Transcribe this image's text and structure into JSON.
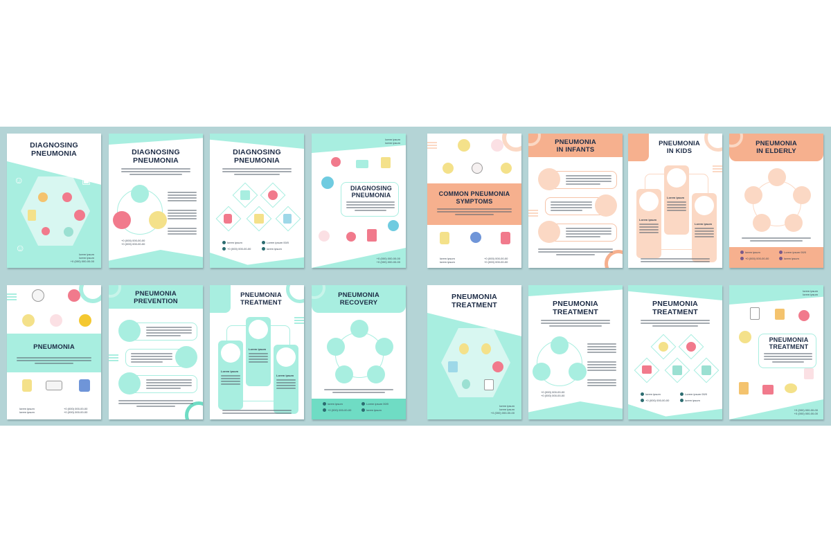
{
  "palette": {
    "background": "#ffffff",
    "band": "#b4d4d6",
    "mint": "#a8eee0",
    "mint_dark": "#6fdcc4",
    "peach": "#f6b08e",
    "peach_light": "#fbd8c4",
    "title_text": "#1c2b45"
  },
  "brochures": [
    {
      "id": "b1",
      "title_line1": "Diagnosing",
      "title_line2": "Pneumonia",
      "theme": "mint",
      "contact": [
        "lorem ipsum",
        "lorem ipsum",
        "+0 (000) 000-00-00"
      ],
      "icons": [
        "doctor-icon",
        "xray-icon",
        "lungs-magnifier-icon",
        "virus-target-icon",
        "pill-bottle-icon",
        "blood-cell-icon",
        "bacteria-icon",
        "lungs-body-icon",
        "nurse-icon"
      ]
    },
    {
      "id": "b2",
      "title_line1": "Diagnosing",
      "title_line2": "Pneumonia",
      "theme": "mint",
      "phones": [
        "+0 (000) 000-00-00",
        "+0 (000) 000-00-00"
      ],
      "icons": [
        "stethoscope-icon",
        "blood-pressure-icon",
        "thermometer-icon"
      ]
    },
    {
      "id": "b3",
      "title_line1": "Diagnosing",
      "title_line2": "Pneumonia",
      "theme": "mint",
      "contact": [
        "lorem ipsum",
        "Lorem ipsum 00/0",
        "+0 (000) 000-00-00",
        "lorem ipsum"
      ],
      "icons": [
        "microscope-icon",
        "heart-stethoscope-icon",
        "test-tube-icon",
        "clipboard-icon",
        "vials-icon"
      ]
    },
    {
      "id": "b4",
      "title_line1": "Diagnosing",
      "title_line2": "Pneumonia",
      "theme": "mint",
      "top_right": [
        "lorem ipsum",
        "lorem ipsum"
      ],
      "phones": [
        "+0 (000) 000-00-00",
        "+0 (000) 000-00-00"
      ],
      "icons": [
        "pipette-icon",
        "monitor-icon",
        "clipboard-heart-icon",
        "virus-icon",
        "doctor-mask-icon",
        "lungs-icon",
        "syringe-icon",
        "medicine-bottle-icon"
      ]
    },
    {
      "id": "b5",
      "title_line1": "Common Pneumonia",
      "title_line2": "Symptoms",
      "theme": "peach",
      "contact": [
        "lorem ipsum",
        "lorem ipsum"
      ],
      "phones": [
        "+0 (000) 000-00-00",
        "+0 (000) 000-00-00"
      ],
      "icons": [
        "headache-icon",
        "lungs-icon",
        "sore-throat-icon",
        "chest-pain-icon",
        "cough-icon",
        "fatigue-icon",
        "breathing-mask-icon",
        "sneeze-icon"
      ]
    },
    {
      "id": "b6",
      "title_line1": "Pneumonia",
      "title_line2": "in Infants",
      "theme": "peach",
      "icons": [
        "infant-fever-icon",
        "baby-virus-icon",
        "baby-food-icon"
      ]
    },
    {
      "id": "b7",
      "title_line1": "Pneumonia",
      "title_line2": "in Kids",
      "theme": "peach",
      "column_labels": [
        "Lorem ipsum",
        "Lorem ipsum",
        "Lorem ipsum"
      ],
      "icons": [
        "child-virus-icon",
        "child-bed-icon",
        "child-parent-icon"
      ]
    },
    {
      "id": "b8",
      "title_line1": "Pneumonia",
      "title_line2": "in Elderly",
      "theme": "peach",
      "contact": [
        "lorem ipsum",
        "Lorem ipsum 00/0",
        "+0 (000) 000-00-00",
        "lorem ipsum"
      ],
      "icons": [
        "lungs-icon",
        "elderly-man-icon",
        "elderly-woman-icon",
        "grandma-icon",
        "grandpa-icon"
      ]
    },
    {
      "id": "b9",
      "title_line1": "Pneumonia",
      "title_line2": "",
      "theme": "mint",
      "contact": [
        "lorem ipsum",
        "lorem ipsum"
      ],
      "phones": [
        "+0 (000) 000-00-00",
        "+0 (000) 000-00-00"
      ],
      "icons": [
        "cough-head-icon",
        "sneeze-icon",
        "headache-icon",
        "lungs-icon",
        "virus-icon",
        "fatigue-icon",
        "ambulance-icon",
        "chest-pain-icon"
      ]
    },
    {
      "id": "b10",
      "title_line1": "Pneumonia",
      "title_line2": "Prevention",
      "theme": "mint",
      "icons": [
        "vitamins-icon",
        "no-smoking-icon",
        "vaccine-icon"
      ]
    },
    {
      "id": "b11",
      "title_line1": "Pneumonia",
      "title_line2": "Treatment",
      "theme": "mint",
      "column_labels": [
        "Lorem ipsum",
        "Lorem ipsum",
        "Lorem ipsum"
      ],
      "icons": [
        "medicine-hand-icon",
        "nurse-icon",
        "hospital-bed-icon"
      ]
    },
    {
      "id": "b12",
      "title_line1": "Pneumonia",
      "title_line2": "Recovery",
      "theme": "mint",
      "contact": [
        "lorem ipsum",
        "Lorem ipsum 00/0",
        "+0 (000) 000-00-00",
        "lorem ipsum"
      ],
      "icons": [
        "calendar-icon",
        "pill-bottle-icon",
        "clock-icon",
        "stay-home-icon",
        "bed-rest-icon"
      ]
    },
    {
      "id": "b13",
      "title_line1": "Pneumonia",
      "title_line2": "Treatment",
      "theme": "mint",
      "contact": [
        "lorem ipsum",
        "lorem ipsum",
        "+0 (000) 000-00-00"
      ],
      "icons": [
        "nurse-icon",
        "doctor-icon",
        "pills-chart-icon",
        "lungs-pills-icon",
        "vaccine-icon",
        "prescription-icon"
      ]
    },
    {
      "id": "b14",
      "title_line1": "Pneumonia",
      "title_line2": "Treatment",
      "theme": "mint",
      "phones": [
        "+0 (000) 000-00-00",
        "+0 (000) 000-00-00"
      ],
      "icons": [
        "exercise-icon",
        "hospital-bed-icon",
        "iv-drip-icon"
      ]
    },
    {
      "id": "b15",
      "title_line1": "Pneumonia",
      "title_line2": "Treatment",
      "theme": "mint",
      "contact": [
        "lorem ipsum",
        "Lorem ipsum 00/0",
        "+0 (000) 000-00-00",
        "lorem ipsum"
      ],
      "icons": [
        "teapot-icon",
        "fruit-bowl-icon",
        "bed-rest-icon",
        "patient-icon",
        "stay-home-icon"
      ]
    },
    {
      "id": "b16",
      "title_line1": "Pneumonia",
      "title_line2": "Treatment",
      "theme": "mint",
      "top_right": [
        "lorem ipsum",
        "lorem ipsum"
      ],
      "phones": [
        "+0 (000) 000-00-00",
        "+0 (000) 000-00-00"
      ],
      "icons": [
        "prescription-icon",
        "warm-drink-icon",
        "medicine-lungs-icon",
        "healthy-food-icon",
        "clipboard-heart-icon",
        "pill-bottle-icon",
        "bed-icon",
        "medicine-hand-icon"
      ]
    }
  ]
}
